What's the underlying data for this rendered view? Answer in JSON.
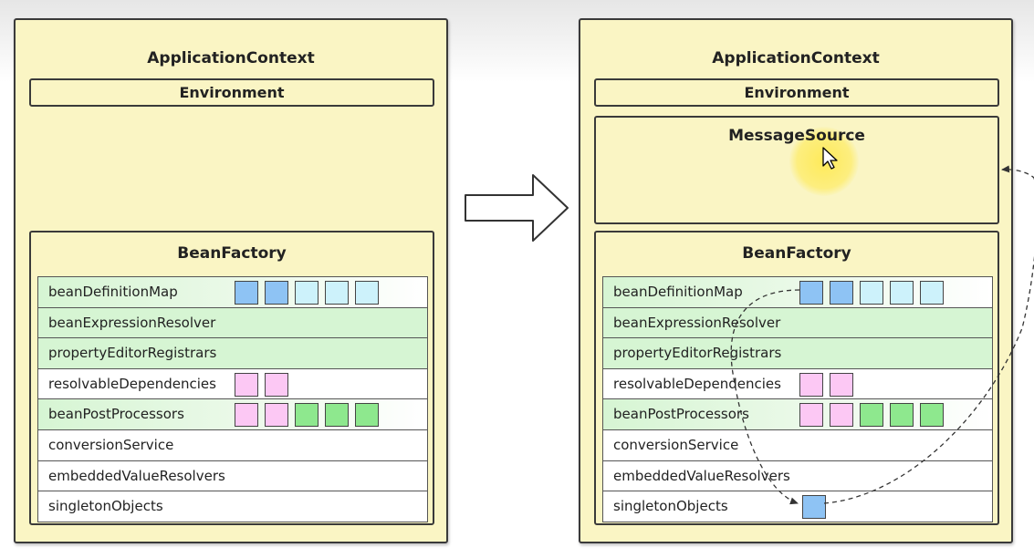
{
  "left_panel": {
    "title": "ApplicationContext",
    "environment": "Environment",
    "bean_factory": {
      "title": "BeanFactory",
      "rows": [
        {
          "label": "beanDefinitionMap",
          "bg": "fade",
          "squares": [
            "blue",
            "blue",
            "cyan",
            "cyan",
            "cyan"
          ]
        },
        {
          "label": "beanExpressionResolver",
          "bg": "full",
          "squares": []
        },
        {
          "label": "propertyEditorRegistrars",
          "bg": "full",
          "squares": []
        },
        {
          "label": "resolvableDependencies",
          "bg": "white",
          "squares": [
            "pink",
            "pink"
          ]
        },
        {
          "label": "beanPostProcessors",
          "bg": "fade",
          "squares": [
            "pink",
            "pink",
            "green",
            "green",
            "green"
          ]
        },
        {
          "label": "conversionService",
          "bg": "white",
          "squares": []
        },
        {
          "label": "embeddedValueResolvers",
          "bg": "white",
          "squares": []
        },
        {
          "label": "singletonObjects",
          "bg": "white",
          "squares": []
        }
      ]
    }
  },
  "right_panel": {
    "title": "ApplicationContext",
    "environment": "Environment",
    "message_source": "MessageSource",
    "bean_factory": {
      "title": "BeanFactory",
      "rows": [
        {
          "label": "beanDefinitionMap",
          "bg": "fade",
          "squares": [
            "blue",
            "blue",
            "cyan",
            "cyan",
            "cyan"
          ]
        },
        {
          "label": "beanExpressionResolver",
          "bg": "full",
          "squares": []
        },
        {
          "label": "propertyEditorRegistrars",
          "bg": "full",
          "squares": []
        },
        {
          "label": "resolvableDependencies",
          "bg": "white",
          "squares": [
            "pink",
            "pink"
          ]
        },
        {
          "label": "beanPostProcessors",
          "bg": "fade",
          "squares": [
            "pink",
            "pink",
            "green",
            "green",
            "green"
          ]
        },
        {
          "label": "conversionService",
          "bg": "white",
          "squares": []
        },
        {
          "label": "embeddedValueResolvers",
          "bg": "white",
          "squares": []
        },
        {
          "label": "singletonObjects",
          "bg": "white",
          "squares": [
            "blue"
          ]
        }
      ]
    }
  },
  "colors": {
    "panel_bg": "#faf5c4",
    "border": "#3a3a3a",
    "row_green": "#d6f5d3",
    "blue": "#8ec3f4",
    "cyan": "#cdf2fb",
    "pink": "#fcc8f4",
    "green": "#8ee88e",
    "highlight": "#ffe846"
  },
  "icons": {
    "transition": "right-arrow-icon",
    "pointer": "mouse-cursor-icon"
  }
}
